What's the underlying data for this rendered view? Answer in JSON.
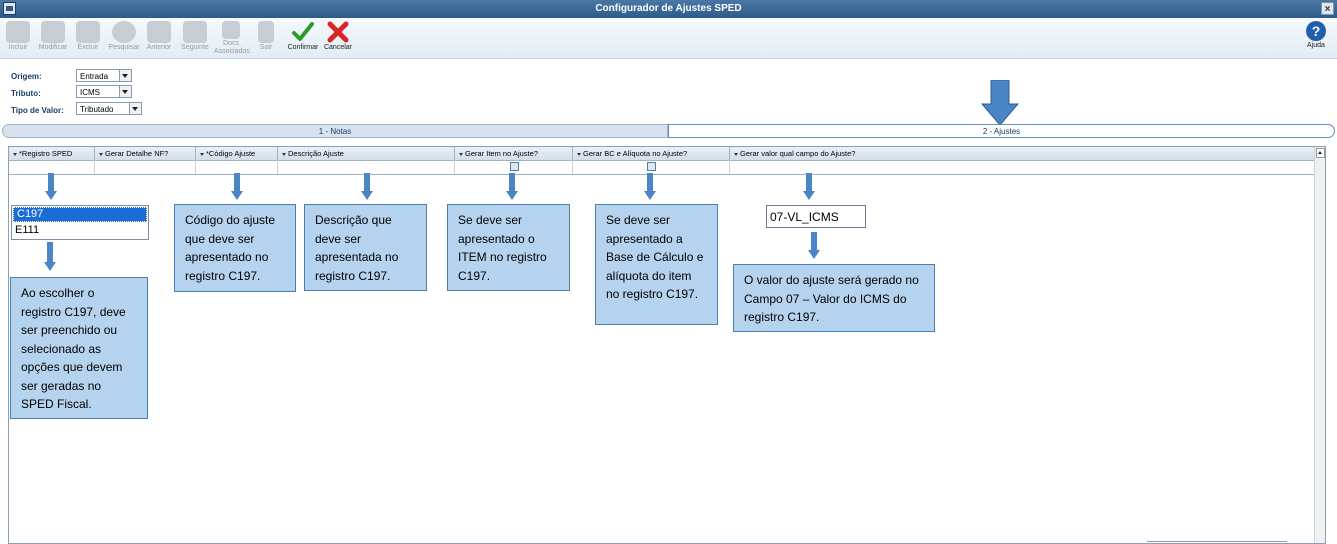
{
  "window": {
    "title": "Configurador de Ajustes SPED",
    "close": "×"
  },
  "toolbar": {
    "incluir": "Incluir",
    "modificar": "Modificar",
    "excluir": "Excluir",
    "pesquisar": "Pesquisar",
    "anterior": "Anterior",
    "seguinte": "Seguinte",
    "docs_line1": "Docs",
    "docs_line2": "Associados",
    "sair": "Sair",
    "confirmar": "Confirmar",
    "cancelar": "Cancelar",
    "ajuda": "Ajuda",
    "help_glyph": "?"
  },
  "filters": {
    "origem_label": "Origem:",
    "origem_value": "Entrada",
    "tributo_label": "Tributo:",
    "tributo_value": "ICMS",
    "tipo_label": "Tipo de Valor:",
    "tipo_value": "Tributado"
  },
  "tabs": {
    "tab1": "1 - Notas",
    "tab2": "2 - Ajustes"
  },
  "grid": {
    "columns": [
      "*Registro SPED",
      "Gerar Detalhe NF?",
      "*Código Ajuste",
      "Descrição Ajuste",
      "Gerar Item no Ajuste?",
      "Gerar BC e Alíquota no Ajuste?",
      "Gerar valor qual campo do Ajuste?"
    ]
  },
  "registro_options": [
    "C197",
    "E111"
  ],
  "field_value": "07-VL_ICMS",
  "callouts": {
    "registro": "Ao escolher o registro C197, deve ser preenchido ou selecionado as opções que devem ser geradas no SPED Fiscal.",
    "codigo": "Código do ajuste que deve ser apresentado no registro C197.",
    "descricao": "Descrição que deve ser apresentada no registro C197.",
    "item": "Se deve ser apresentado o ITEM no registro C197.",
    "bc": "Se deve ser apresentado a Base de Cálculo e alíquota do item no registro C197.",
    "valor": "O valor do ajuste será gerado no Campo 07 – Valor do ICMS do registro C197."
  },
  "colors": {
    "callout_bg": "#b5d3ee",
    "arrow": "#4a86c5",
    "selection": "#1c6cd6"
  }
}
